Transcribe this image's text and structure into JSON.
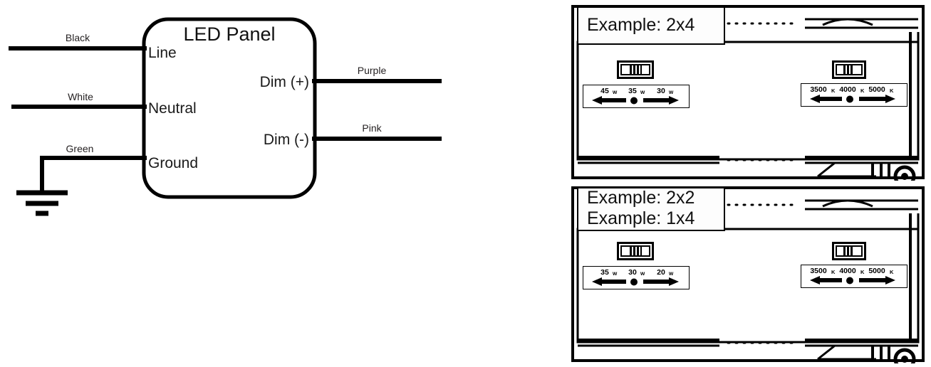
{
  "schematic": {
    "title": "LED Panel",
    "input_wires": [
      {
        "label": "Black",
        "port": "Line"
      },
      {
        "label": "White",
        "port": "Neutral"
      },
      {
        "label": "Green",
        "port": "Ground"
      }
    ],
    "output_wires": [
      {
        "label": "Purple",
        "port": "Dim (+)"
      },
      {
        "label": "Pink",
        "port": "Dim (-)"
      }
    ],
    "ground_symbol": "earth-ground"
  },
  "fixtures": [
    {
      "id": "fixture-2x4",
      "example_labels": [
        "Example: 2x4"
      ],
      "selectors": [
        {
          "kind": "wattage",
          "dip_switch": "dip-switch-3pos",
          "options": [
            "45",
            "35",
            "30"
          ],
          "unit": "w",
          "left_arrow": "arrow-left",
          "right_arrow": "arrow-right",
          "center_marker": "dot"
        },
        {
          "kind": "cct",
          "dip_switch": "dip-switch-3pos",
          "options": [
            "3500",
            "4000",
            "5000"
          ],
          "unit": "K",
          "left_arrow": "arrow-left",
          "right_arrow": "arrow-right",
          "center_marker": "dot"
        }
      ]
    },
    {
      "id": "fixture-2x2",
      "example_labels": [
        "Example: 2x2",
        "Example: 1x4"
      ],
      "selectors": [
        {
          "kind": "wattage",
          "dip_switch": "dip-switch-3pos",
          "options": [
            "35",
            "30",
            "20"
          ],
          "unit": "w",
          "left_arrow": "arrow-left",
          "right_arrow": "arrow-right",
          "center_marker": "dot"
        },
        {
          "kind": "cct",
          "dip_switch": "dip-switch-3pos",
          "options": [
            "3500",
            "4000",
            "5000"
          ],
          "unit": "K",
          "left_arrow": "arrow-left",
          "right_arrow": "arrow-right",
          "center_marker": "dot"
        }
      ]
    }
  ],
  "colors": {
    "stroke": "#000000",
    "label_text": "#231f20",
    "background": "#ffffff"
  }
}
